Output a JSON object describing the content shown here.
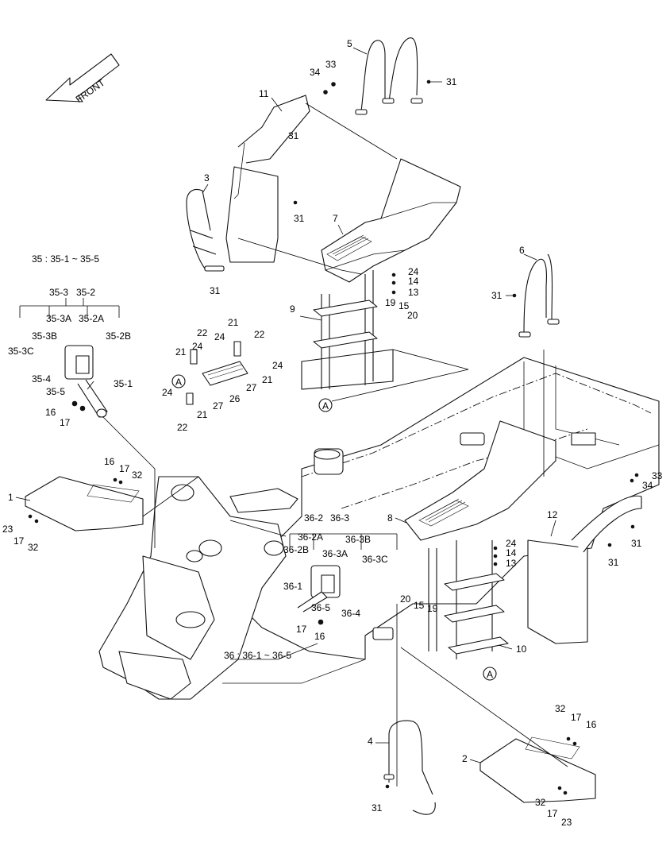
{
  "front_arrow": "FRONT",
  "legend_35": "35 : 35-1 ~ 35-5",
  "legend_36": "36 : 36-1 ~ 36-5",
  "callouts": [
    {
      "id": "c5",
      "text": "5"
    },
    {
      "id": "c33a",
      "text": "33"
    },
    {
      "id": "c34a",
      "text": "34"
    },
    {
      "id": "c31a",
      "text": "31"
    },
    {
      "id": "c11",
      "text": "11"
    },
    {
      "id": "c31b",
      "text": "31"
    },
    {
      "id": "c3",
      "text": "3"
    },
    {
      "id": "c31c",
      "text": "31"
    },
    {
      "id": "c7",
      "text": "7"
    },
    {
      "id": "c31d",
      "text": "31"
    },
    {
      "id": "c24a",
      "text": "24"
    },
    {
      "id": "c14a",
      "text": "14"
    },
    {
      "id": "c13a",
      "text": "13"
    },
    {
      "id": "c9",
      "text": "9"
    },
    {
      "id": "c19a",
      "text": "19"
    },
    {
      "id": "c15a",
      "text": "15"
    },
    {
      "id": "c20a",
      "text": "20"
    },
    {
      "id": "c6",
      "text": "6"
    },
    {
      "id": "c31e",
      "text": "31"
    },
    {
      "id": "c35_3",
      "text": "35-3"
    },
    {
      "id": "c35_2",
      "text": "35-2"
    },
    {
      "id": "c35_3A",
      "text": "35-3A"
    },
    {
      "id": "c35_2A",
      "text": "35-2A"
    },
    {
      "id": "c35_3B",
      "text": "35-3B"
    },
    {
      "id": "c35_2B",
      "text": "35-2B"
    },
    {
      "id": "c35_3C",
      "text": "35-3C"
    },
    {
      "id": "c35_4",
      "text": "35-4"
    },
    {
      "id": "c35_5",
      "text": "35-5"
    },
    {
      "id": "c35_1",
      "text": "35-1"
    },
    {
      "id": "c16a",
      "text": "16"
    },
    {
      "id": "c17a",
      "text": "17"
    },
    {
      "id": "c22a",
      "text": "22"
    },
    {
      "id": "c21a",
      "text": "21"
    },
    {
      "id": "c22b",
      "text": "22"
    },
    {
      "id": "c24b",
      "text": "24"
    },
    {
      "id": "c21b",
      "text": "21"
    },
    {
      "id": "c24c",
      "text": "24"
    },
    {
      "id": "c24d",
      "text": "24"
    },
    {
      "id": "c21c",
      "text": "21"
    },
    {
      "id": "c27a",
      "text": "27"
    },
    {
      "id": "c26",
      "text": "26"
    },
    {
      "id": "c24e",
      "text": "24"
    },
    {
      "id": "c21d",
      "text": "21"
    },
    {
      "id": "c27b",
      "text": "27"
    },
    {
      "id": "c22c",
      "text": "22"
    },
    {
      "id": "c16b",
      "text": "16"
    },
    {
      "id": "c17b",
      "text": "17"
    },
    {
      "id": "c32a",
      "text": "32"
    },
    {
      "id": "c1",
      "text": "1"
    },
    {
      "id": "c23a",
      "text": "23"
    },
    {
      "id": "c17c",
      "text": "17"
    },
    {
      "id": "c32b",
      "text": "32"
    },
    {
      "id": "c33b",
      "text": "33"
    },
    {
      "id": "c34b",
      "text": "34"
    },
    {
      "id": "c12",
      "text": "12"
    },
    {
      "id": "c31f",
      "text": "31"
    },
    {
      "id": "c31g",
      "text": "31"
    },
    {
      "id": "c8",
      "text": "8"
    },
    {
      "id": "c24f",
      "text": "24"
    },
    {
      "id": "c14b",
      "text": "14"
    },
    {
      "id": "c13b",
      "text": "13"
    },
    {
      "id": "c20b",
      "text": "20"
    },
    {
      "id": "c15b",
      "text": "15"
    },
    {
      "id": "c19b",
      "text": "19"
    },
    {
      "id": "c10",
      "text": "10"
    },
    {
      "id": "c36_2",
      "text": "36-2"
    },
    {
      "id": "c36_3",
      "text": "36-3"
    },
    {
      "id": "c36_2A",
      "text": "36-2A"
    },
    {
      "id": "c36_3B",
      "text": "36-3B"
    },
    {
      "id": "c36_2B",
      "text": "36-2B"
    },
    {
      "id": "c36_3A",
      "text": "36-3A"
    },
    {
      "id": "c36_3C",
      "text": "36-3C"
    },
    {
      "id": "c36_1",
      "text": "36-1"
    },
    {
      "id": "c36_5",
      "text": "36-5"
    },
    {
      "id": "c36_4",
      "text": "36-4"
    },
    {
      "id": "c17d",
      "text": "17"
    },
    {
      "id": "c16c",
      "text": "16"
    },
    {
      "id": "c4",
      "text": "4"
    },
    {
      "id": "c31h",
      "text": "31"
    },
    {
      "id": "c32c",
      "text": "32"
    },
    {
      "id": "c17e",
      "text": "17"
    },
    {
      "id": "c16d",
      "text": "16"
    },
    {
      "id": "c2",
      "text": "2"
    },
    {
      "id": "c32d",
      "text": "32"
    },
    {
      "id": "c17f",
      "text": "17"
    },
    {
      "id": "c23b",
      "text": "23"
    }
  ],
  "ref_markers": [
    {
      "id": "mA1",
      "text": "A"
    },
    {
      "id": "mA2",
      "text": "A"
    },
    {
      "id": "mA3",
      "text": "A"
    }
  ]
}
